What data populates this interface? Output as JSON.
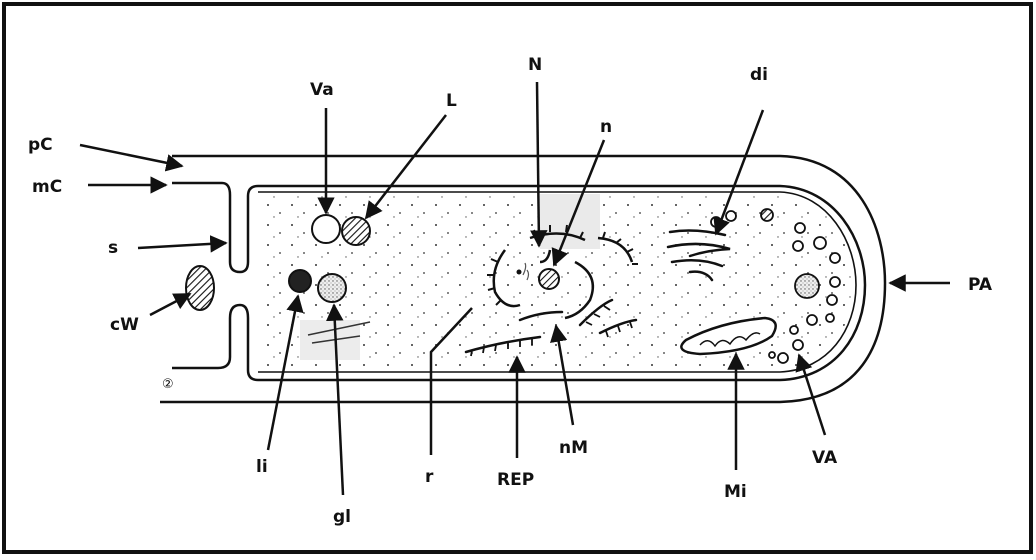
{
  "labels": {
    "pC": "pC",
    "mC": "mC",
    "s": "s",
    "cW": "cW",
    "Va": "Va",
    "L": "L",
    "N": "N",
    "n": "n",
    "di": "di",
    "PA": "PA",
    "li": "li",
    "gl": "gl",
    "r": "r",
    "REP": "REP",
    "nM": "nM",
    "Mi": "Mi",
    "VA": "VA",
    "panel_number": "②"
  },
  "colors": {
    "ink": "#111111",
    "background": "#ffffff",
    "shading": "#e8e8e8"
  }
}
